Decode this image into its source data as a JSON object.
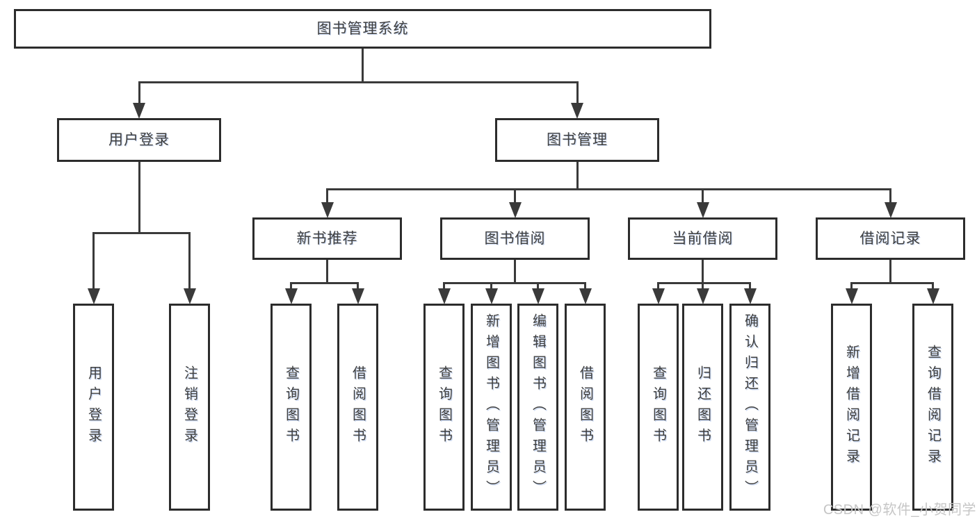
{
  "tree": {
    "label": "图书管理系统",
    "children": [
      {
        "label": "用户登录",
        "children": [
          {
            "label": "用户登录"
          },
          {
            "label": "注销登录"
          }
        ]
      },
      {
        "label": "图书管理",
        "children": [
          {
            "label": "新书推荐",
            "children": [
              {
                "label": "查询图书"
              },
              {
                "label": "借阅图书"
              }
            ]
          },
          {
            "label": "图书借阅",
            "children": [
              {
                "label": "查询图书"
              },
              {
                "label": "新增图书（管理员）"
              },
              {
                "label": "编辑图书（管理员）"
              },
              {
                "label": "借阅图书"
              }
            ]
          },
          {
            "label": "当前借阅",
            "children": [
              {
                "label": "查询图书"
              },
              {
                "label": "归还图书"
              },
              {
                "label": "确认归还（管理员）"
              }
            ]
          },
          {
            "label": "借阅记录",
            "children": [
              {
                "label": "新增借阅记录"
              },
              {
                "label": "查询借阅记录"
              }
            ]
          }
        ]
      }
    ]
  },
  "watermark": {
    "text": "CSDN @软件_小贺同学"
  },
  "colors": {
    "line": "#3a3a3a",
    "border": "#2c2c2c",
    "text": "#3f3f3f",
    "watermark": "#c6c6c6"
  }
}
